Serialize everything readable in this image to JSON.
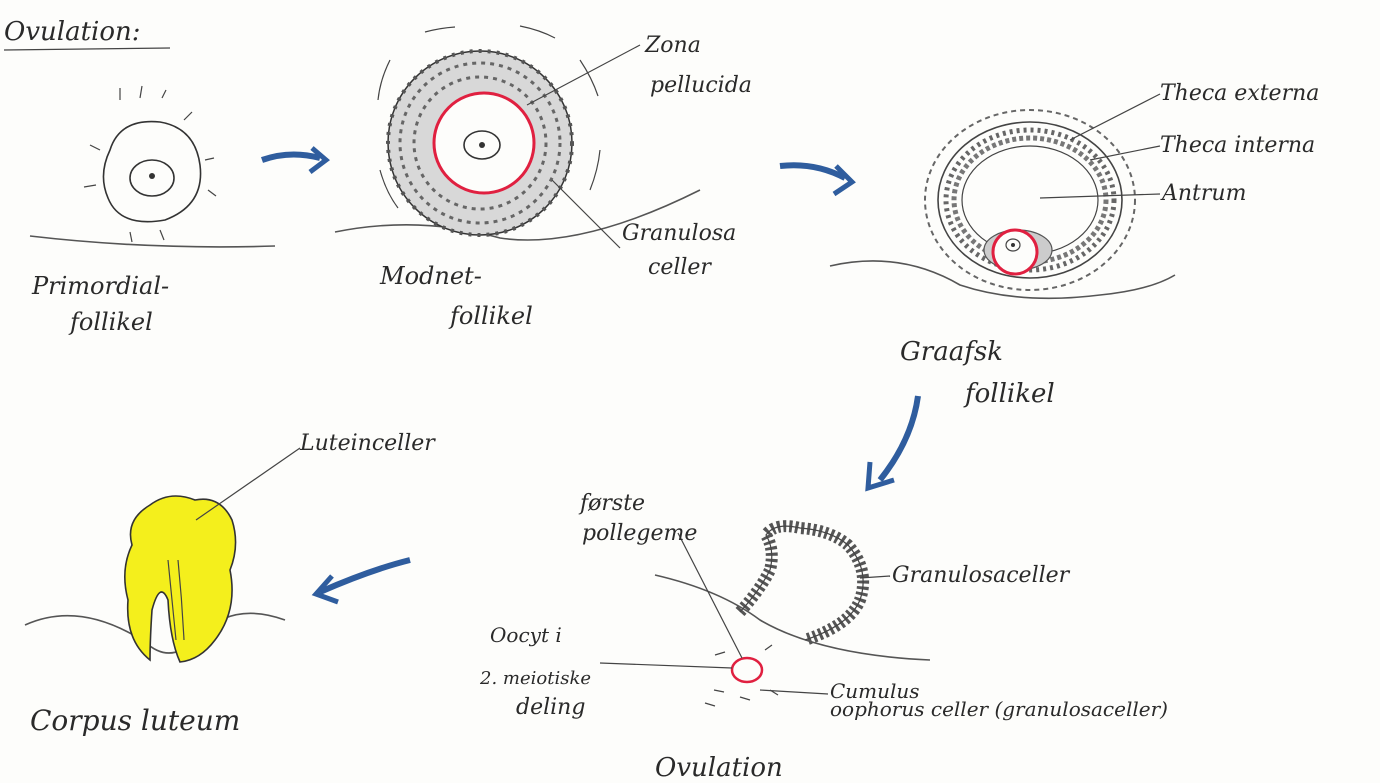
{
  "title": "Ovulation:",
  "labels": {
    "primordial": [
      "Primordial-",
      "follikel"
    ],
    "modnet": [
      "Modnet-",
      "follikel"
    ],
    "graafsk": [
      "Graafsk",
      "follikel"
    ],
    "zona": [
      "Zona",
      "pellucida"
    ],
    "granulosa_top": [
      "Granulosa",
      "celler"
    ],
    "theca_externa": "Theca externa",
    "theca_interna": "Theca interna",
    "antrum": "Antrum",
    "luteinceller": "Luteinceller",
    "corpus_luteum": "Corpus luteum",
    "forste_pollegeme": [
      "første",
      "pollegeme"
    ],
    "granulosaceller": "Granulosaceller",
    "oocyt": [
      "Oocyt i",
      "2. meiotiske",
      "deling"
    ],
    "cumulus": [
      "Cumulus",
      "oophorus celler (granulosaceller)"
    ],
    "ovulation": "Ovulation"
  },
  "colors": {
    "zona_ring": "#e02040",
    "arrow": "#2f5d9e",
    "corpus": "#f4ef1c",
    "ink": "#2a2a2a"
  }
}
